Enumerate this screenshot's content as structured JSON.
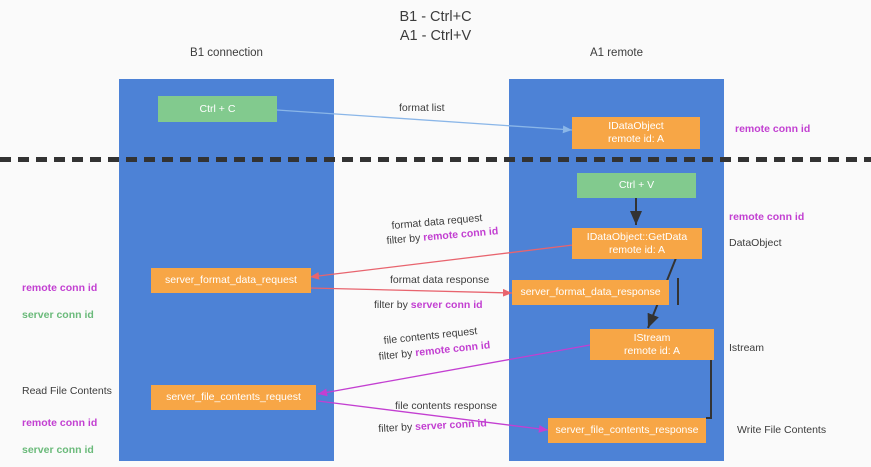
{
  "title": "B1 - Ctrl+C\nA1 - Ctrl+V",
  "columns": {
    "left": {
      "name": "B1",
      "role": "connection",
      "label": "B1\nconnection"
    },
    "right": {
      "name": "A1",
      "role": "remote",
      "label": "A1\nremote"
    }
  },
  "colors": {
    "panel": "#4d82d6",
    "green_node": "#82ca8e",
    "orange_node": "#f7a646",
    "accent_purple": "#c23fd1",
    "accent_green": "#6aba7a",
    "arrow_blue": "#8ab6e8",
    "arrow_red": "#e8646e",
    "arrow_magenta": "#c33fd1",
    "arrow_dark": "#333333",
    "background": "#fafafa"
  },
  "nodes": {
    "ctrl_c": "Ctrl + C",
    "idataobject": "IDataObject\nremote id: A",
    "ctrl_v": "Ctrl + V",
    "getdata": "IDataObject::GetData\nremote id: A",
    "server_format_data_request": "server_format_data_request",
    "server_format_data_response": "server_format_data_response",
    "istream": "IStream\nremote id: A",
    "server_file_contents_request": "server_file_contents_request",
    "server_file_contents_response": "server_file_contents_response"
  },
  "edge_labels": {
    "format_list": "format list",
    "format_data_request": "format data request",
    "format_data_request_filter_prefix": "filter by ",
    "format_data_request_filter_key": "remote conn id",
    "format_data_response": "format data response",
    "format_data_response_filter_prefix": "filter by ",
    "format_data_response_filter_key": "server conn id",
    "file_contents_request": "file contents request",
    "file_contents_request_filter_prefix": "filter by ",
    "file_contents_request_filter_key": "remote conn id",
    "file_contents_response": "file contents response",
    "file_contents_response_filter_prefix": "filter by ",
    "file_contents_response_filter_key": "server conn id"
  },
  "side_labels": {
    "right_remote_conn_id_top": "remote conn id",
    "right_remote_conn_id_mid": "remote conn id",
    "right_dataobject": "DataObject",
    "right_istream": "Istream",
    "right_write_file_contents": "Write File Contents",
    "left_conn_ids_mid": "remote conn id\nserver conn id",
    "left_read_file_contents": "Read File Contents",
    "left_conn_ids_bottom": "remote conn id\nserver conn id"
  }
}
